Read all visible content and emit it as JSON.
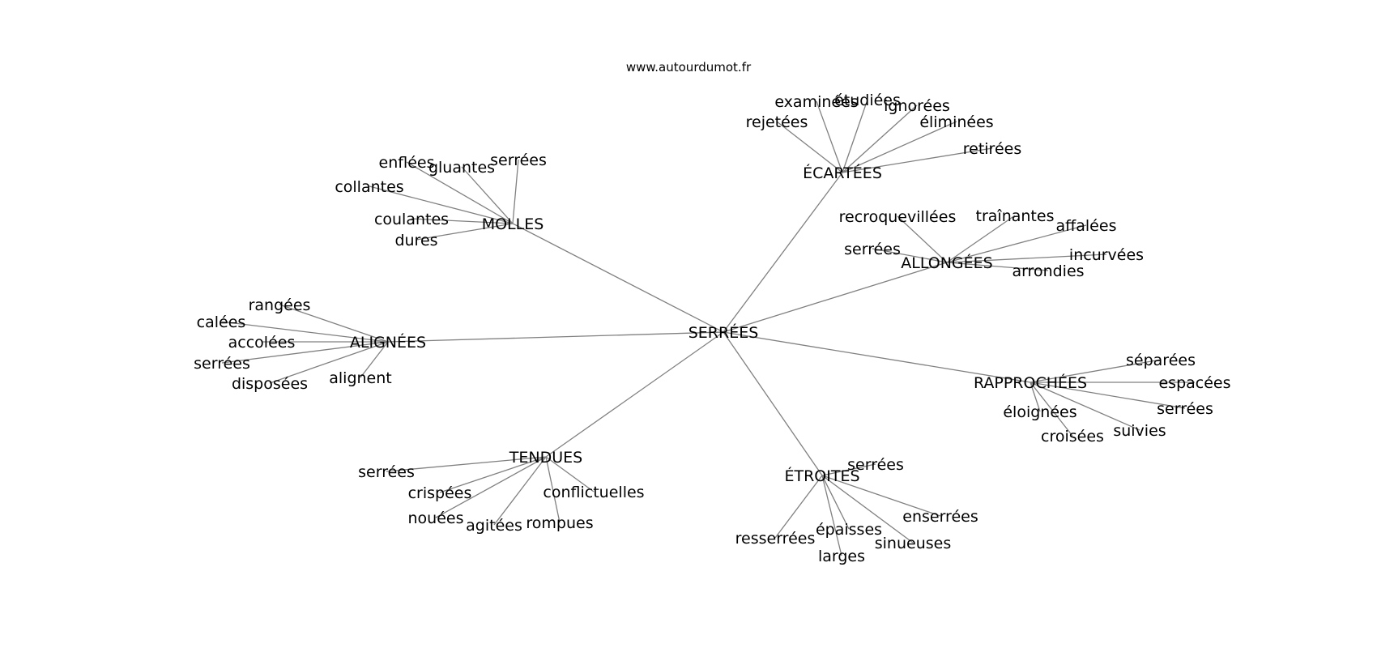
{
  "site": "www.autourdumot.fr",
  "root": "SERRÉES",
  "groups": [
    {
      "label": "ÉCARTÉES",
      "words": [
        "rejetées",
        "examinées",
        "étudiées",
        "ignorées",
        "éliminées",
        "retirées"
      ]
    },
    {
      "label": "MOLLES",
      "words": [
        "enflées",
        "gluantes",
        "serrées",
        "collantes",
        "coulantes",
        "dures"
      ]
    },
    {
      "label": "ALLONGÉES",
      "words": [
        "recroquevillées",
        "traînantes",
        "affalées",
        "serrées",
        "incurvées",
        "arrondies"
      ]
    },
    {
      "label": "ALIGNÉES",
      "words": [
        "rangées",
        "calées",
        "accolées",
        "serrées",
        "disposées",
        "alignent"
      ]
    },
    {
      "label": "RAPPROCHÉES",
      "words": [
        "séparées",
        "espacées",
        "serrées",
        "éloignées",
        "croisées",
        "suivies"
      ]
    },
    {
      "label": "TENDUES",
      "words": [
        "serrées",
        "crispées",
        "nouées",
        "agitées",
        "rompues",
        "conflictuelles"
      ]
    },
    {
      "label": "ÉTROITES",
      "words": [
        "serrées",
        "enserrées",
        "resserrées",
        "épaisses",
        "sinueuses",
        "larges"
      ]
    }
  ]
}
